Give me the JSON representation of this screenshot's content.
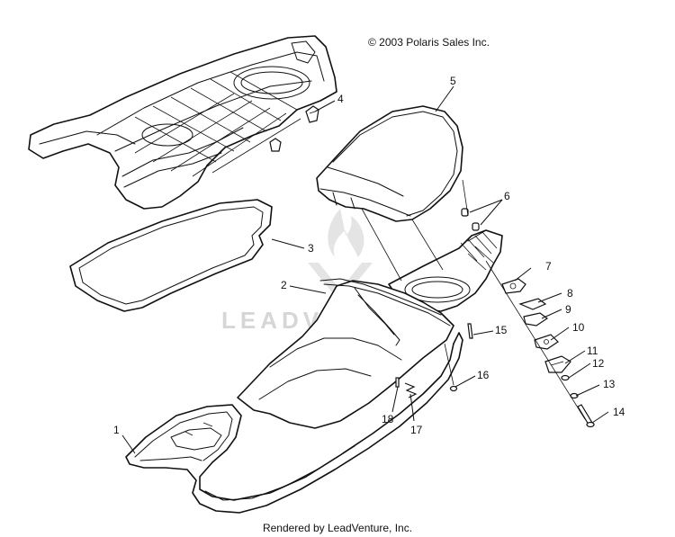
{
  "copyright": "© 2003 Polaris Sales Inc.",
  "footer": "Rendered by LeadVenture, Inc.",
  "watermark": "LEADVENTURE",
  "callouts": [
    "1",
    "2",
    "3",
    "4",
    "5",
    "6",
    "7",
    "8",
    "9",
    "10",
    "11",
    "12",
    "13",
    "14",
    "15",
    "16",
    "17",
    "18"
  ],
  "colors": {
    "line": "#111111",
    "watermark": "#d6d6d6",
    "background": "#ffffff"
  }
}
